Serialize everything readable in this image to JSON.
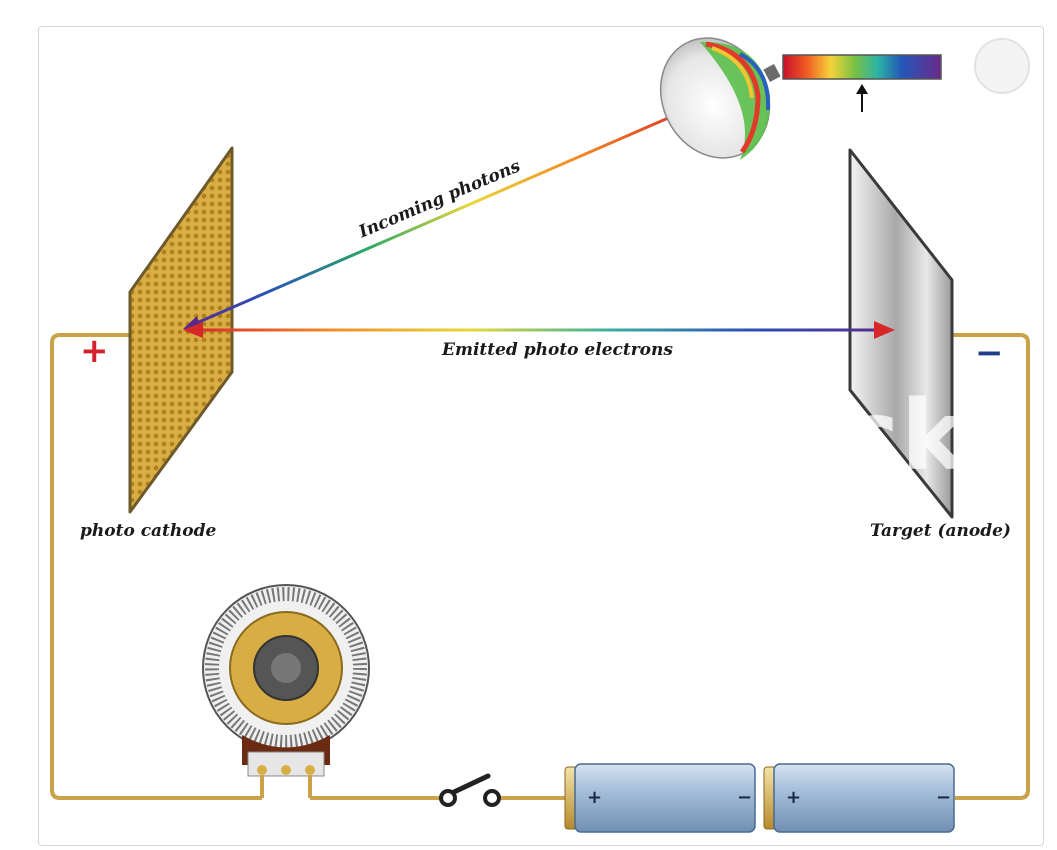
{
  "labels": {
    "incoming_photons": "Incoming photons",
    "emitted_electrons": "Emitted photo electrons",
    "photo_cathode": "photo cathode",
    "target_anode": "Target (anode)",
    "plus_sign": "+",
    "minus_sign": "−"
  },
  "battery": {
    "cells": [
      {
        "plus": "+",
        "minus": "−"
      },
      {
        "plus": "+",
        "minus": "−"
      }
    ]
  },
  "colors": {
    "wire": "#c9a24a",
    "plus": "#d2232a",
    "minus": "#1f3d8a",
    "cathode": "#d4a83a",
    "anode": "#c8c8c8"
  }
}
